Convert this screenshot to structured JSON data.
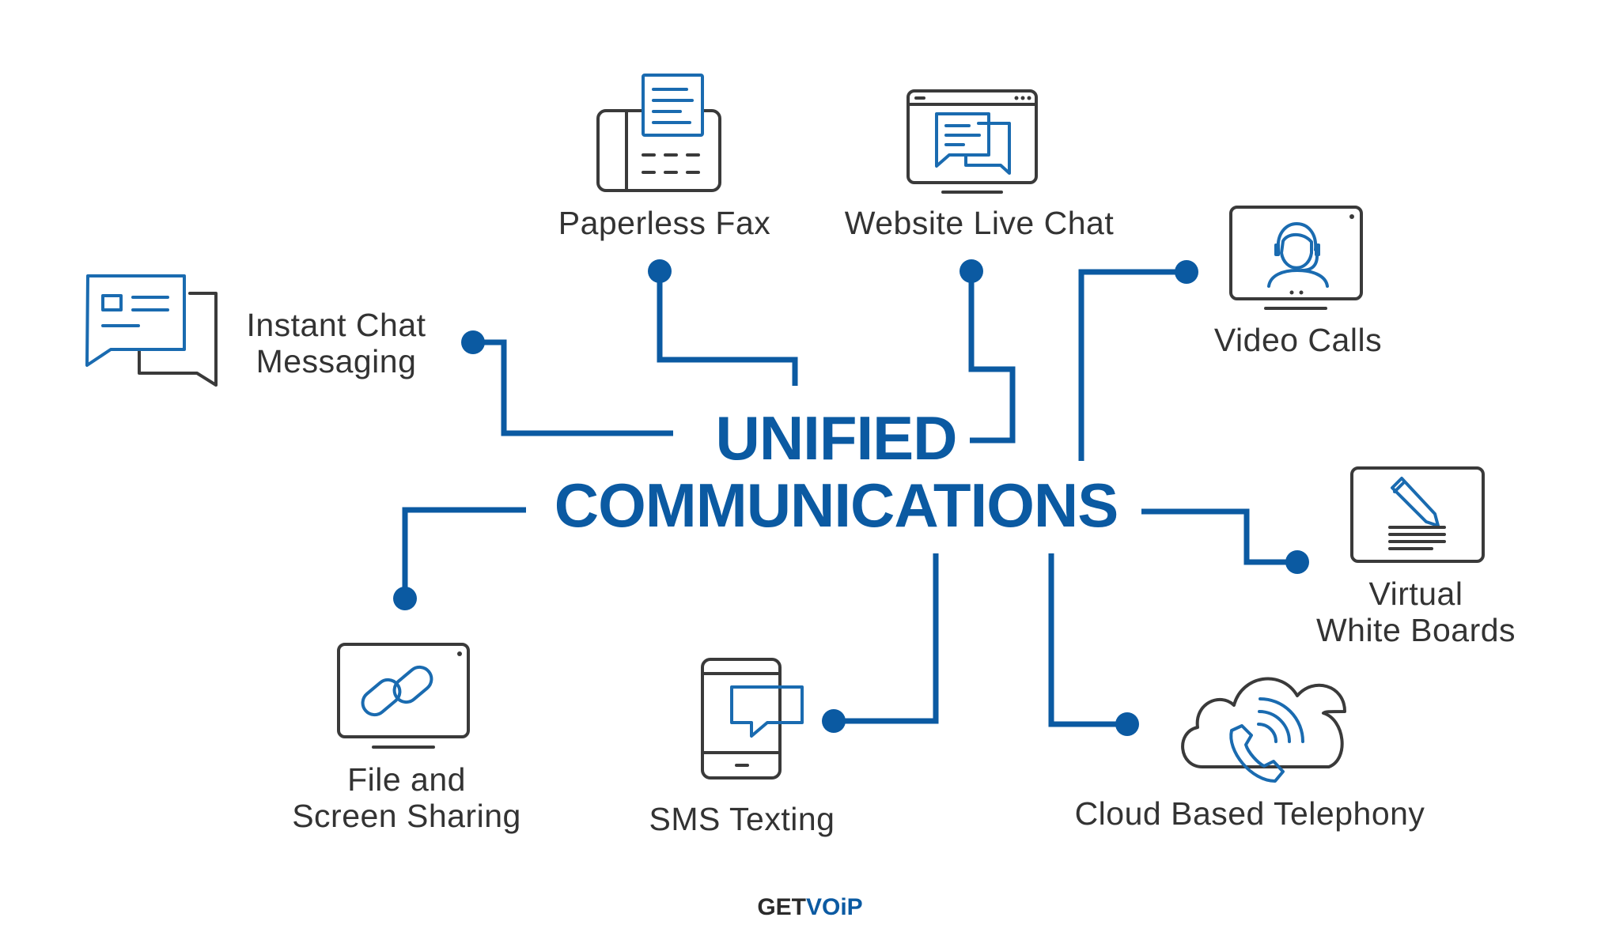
{
  "title": {
    "line1": "UNIFIED",
    "line2": "COMMUNICATIONS"
  },
  "features": [
    {
      "lines": [
        "Paperless Fax"
      ],
      "icon": "fax-icon"
    },
    {
      "lines": [
        "Website Live Chat"
      ],
      "icon": "browser-chat-icon"
    },
    {
      "lines": [
        "Video Calls"
      ],
      "icon": "video-call-icon"
    },
    {
      "lines": [
        "Instant Chat",
        "Messaging"
      ],
      "icon": "chat-bubbles-icon"
    },
    {
      "lines": [
        "Virtual",
        "White Boards"
      ],
      "icon": "whiteboard-icon"
    },
    {
      "lines": [
        "File and",
        "Screen Sharing"
      ],
      "icon": "link-monitor-icon"
    },
    {
      "lines": [
        "SMS Texting"
      ],
      "icon": "mobile-sms-icon"
    },
    {
      "lines": [
        "Cloud Based Telephony"
      ],
      "icon": "cloud-phone-icon"
    }
  ],
  "logo": {
    "part1": "GET",
    "part2": "VOiP"
  },
  "colors": {
    "accent": "#0b5aa2",
    "icon_blue": "#1a6bb0",
    "icon_gray": "#3a3a3a",
    "text": "#333333"
  }
}
